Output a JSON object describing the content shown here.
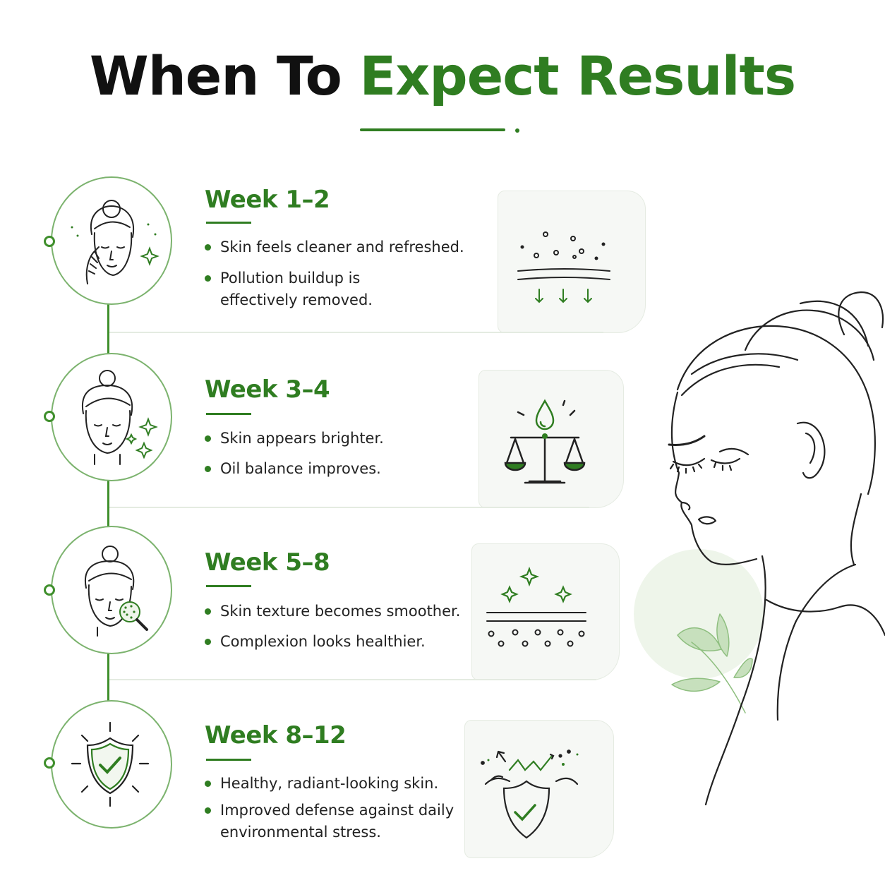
{
  "title": {
    "part1": "When To",
    "part2": "Expect Results"
  },
  "colors": {
    "accent": "#2f7d21",
    "text": "#111111",
    "card": "#f6f8f5"
  },
  "stages": [
    {
      "label": "Week 1–2",
      "icon": "face-cleansing-icon",
      "detail_icon": "impurities-removal-icon",
      "bullets": [
        "Skin feels cleaner and refreshed.",
        "Pollution buildup is effectively removed."
      ]
    },
    {
      "label": "Week 3–4",
      "icon": "face-sparkle-icon",
      "detail_icon": "oil-balance-scale-icon",
      "bullets": [
        "Skin appears brighter.",
        "Oil balance improves."
      ]
    },
    {
      "label": "Week 5–8",
      "icon": "face-magnifier-icon",
      "detail_icon": "smooth-texture-icon",
      "bullets": [
        "Skin texture becomes smoother.",
        "Complexion looks healthier."
      ]
    },
    {
      "label": "Week 8–12",
      "icon": "shield-check-icon",
      "detail_icon": "defense-shield-icon",
      "bullets": [
        "Healthy, radiant-looking skin.",
        "Improved defense against daily environmental stress."
      ]
    }
  ]
}
